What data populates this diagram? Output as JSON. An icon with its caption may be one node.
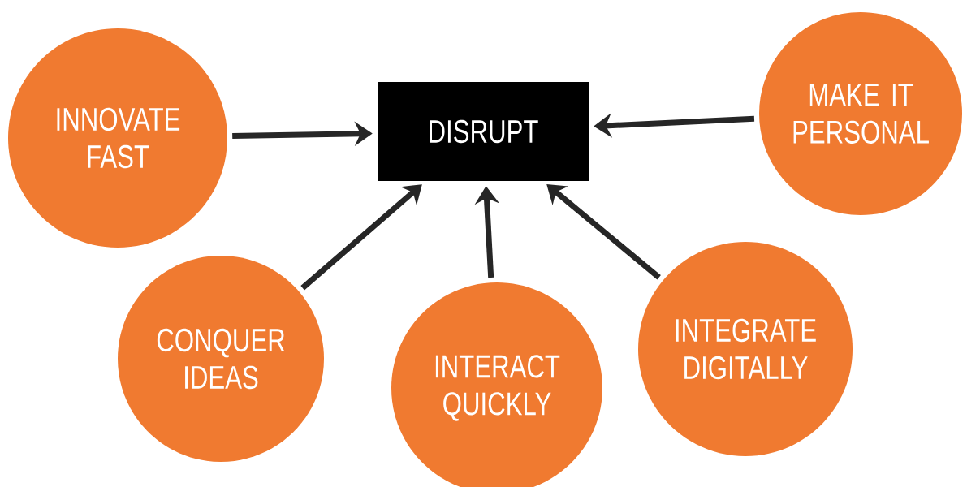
{
  "diagram": {
    "nodes": [
      {
        "text": [
          "DISRUPT"
        ]
      },
      {
        "text": [
          "INNOVATE FAST"
        ]
      },
      {
        "text": [
          "MAKE IT PERSONAL"
        ]
      },
      {
        "text": [
          "CONQUER IDEAS"
        ]
      },
      {
        "text": [
          "INTERACT QUICKLY"
        ]
      },
      {
        "text": [
          "INTEGRATE DIGITALLY"
        ]
      }
    ],
    "edges": [
      {
        "from": 1,
        "to": 0,
        "arrow": "to"
      },
      {
        "from": 2,
        "to": 0,
        "arrow": "to"
      },
      {
        "from": 3,
        "to": 0,
        "arrow": "to"
      },
      {
        "from": 4,
        "to": 0,
        "arrow": "to"
      },
      {
        "from": 5,
        "to": 0,
        "arrow": "to"
      }
    ]
  }
}
